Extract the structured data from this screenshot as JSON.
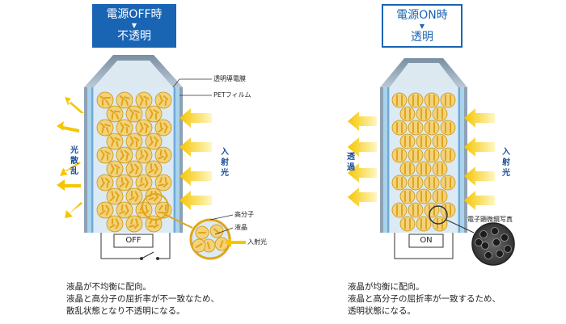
{
  "off": {
    "state_title": "電源OFF時",
    "state_result": "不透明",
    "label_conductive": "透明導電膜",
    "label_pet": "PETフィルム",
    "label_scatter": "光散乱",
    "label_incident": "入射光",
    "label_polymer": "高分子",
    "label_lc": "液晶",
    "label_incident_small": "入射光",
    "switch_label": "OFF",
    "description": [
      "液晶が不均衡に配向。",
      "液晶と高分子の屈折率が不一致なため、",
      "散乱状態となり不透明になる。"
    ]
  },
  "on": {
    "state_title": "電源ON時",
    "state_result": "透明",
    "label_transmit": "透過",
    "label_incident": "入射光",
    "label_micrograph": "電子顕微鏡写真",
    "switch_label": "ON",
    "description": [
      "液晶が均衡に配向。",
      "液晶と高分子の屈折率が一致するため、",
      "透明状態になる。"
    ]
  },
  "colors": {
    "accent_blue": "#1a64b4",
    "light_arrow": "#f6c500",
    "cell_fill": "#dbeaf4",
    "lc_gold": "#e0a51a"
  }
}
